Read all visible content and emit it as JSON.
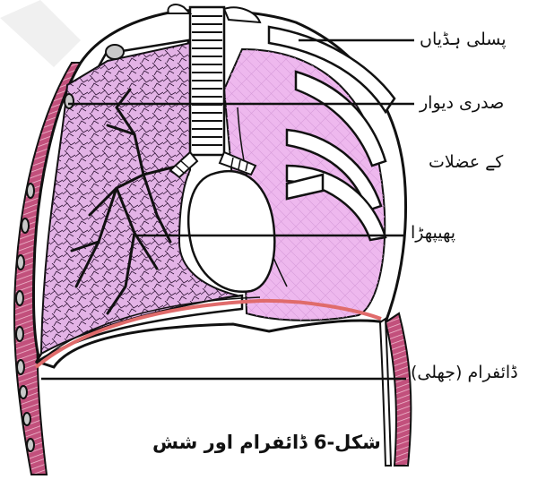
{
  "labels": {
    "ribs": "پسلی ہڈیاں",
    "chest_wall_line1": "صدری دیوار",
    "chest_wall_line2": "کے عضلات",
    "lung": "پھیپھڑا",
    "diaphragm": "ڈائفرام (جھلی)"
  },
  "caption": "شکل-6   ڈائفرام اور شش",
  "colors": {
    "lung_fill": "#eeb8ee",
    "lung_left": "#e3b3e6",
    "muscle": "#c2507c",
    "diaphragm": "#e06b6b",
    "outline": "#111111"
  }
}
